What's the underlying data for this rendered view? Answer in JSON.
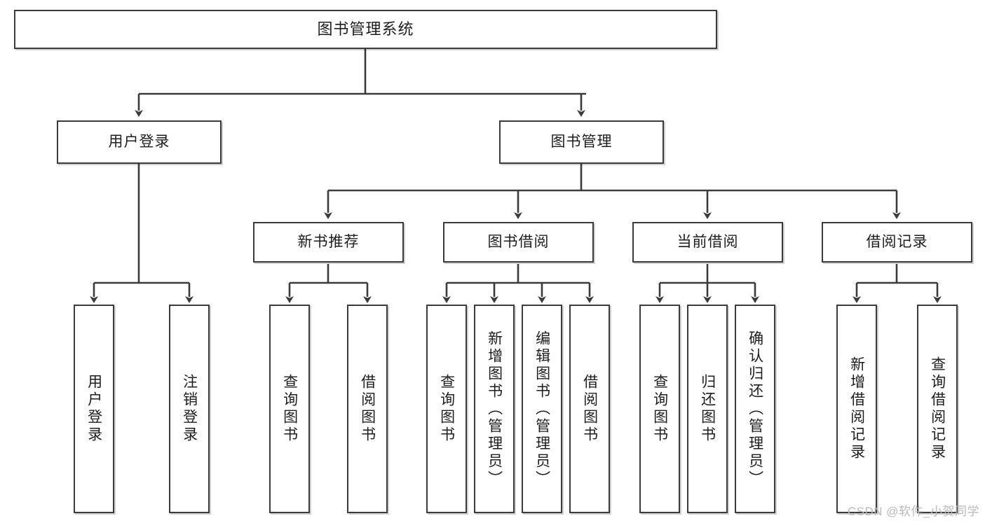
{
  "diagram": {
    "title": "图书管理系统",
    "watermark": "CSDN @软件_小贺同学",
    "levels": {
      "root": {
        "label": "图书管理系统"
      },
      "level2": [
        {
          "id": "user-login",
          "label": "用户登录"
        },
        {
          "id": "book-management",
          "label": "图书管理"
        }
      ],
      "level3": [
        {
          "id": "new-book-recommend",
          "label": "新书推荐"
        },
        {
          "id": "book-borrow",
          "label": "图书借阅"
        },
        {
          "id": "current-borrow",
          "label": "当前借阅"
        },
        {
          "id": "borrow-record",
          "label": "借阅记录"
        }
      ],
      "leaves": [
        {
          "id": "leaf-user-login",
          "label": "用户登录",
          "parent": "user-login"
        },
        {
          "id": "leaf-logout-login",
          "label": "注销登录",
          "parent": "user-login"
        },
        {
          "id": "leaf-query-book-1",
          "label": "查询图书",
          "parent": "new-book-recommend"
        },
        {
          "id": "leaf-borrow-book-1",
          "label": "借阅图书",
          "parent": "new-book-recommend"
        },
        {
          "id": "leaf-query-book-2",
          "label": "查询图书",
          "parent": "book-borrow"
        },
        {
          "id": "leaf-add-book",
          "label": "新增图书（管理员）",
          "parent": "book-borrow"
        },
        {
          "id": "leaf-edit-book",
          "label": "编辑图书（管理员）",
          "parent": "book-borrow"
        },
        {
          "id": "leaf-borrow-book-2",
          "label": "借阅图书",
          "parent": "book-borrow"
        },
        {
          "id": "leaf-query-book-3",
          "label": "查询图书",
          "parent": "current-borrow"
        },
        {
          "id": "leaf-return-book",
          "label": "归还图书",
          "parent": "current-borrow"
        },
        {
          "id": "leaf-confirm-return",
          "label": "确认归还（管理员）",
          "parent": "current-borrow"
        },
        {
          "id": "leaf-add-record",
          "label": "新增借阅记录",
          "parent": "borrow-record"
        },
        {
          "id": "leaf-query-record",
          "label": "查询借阅记录",
          "parent": "borrow-record"
        }
      ]
    },
    "colors": {
      "stroke": "#3b3b3b",
      "background": "#ffffff",
      "text": "#1d1d1d",
      "watermark": "#b9b9b9"
    }
  }
}
